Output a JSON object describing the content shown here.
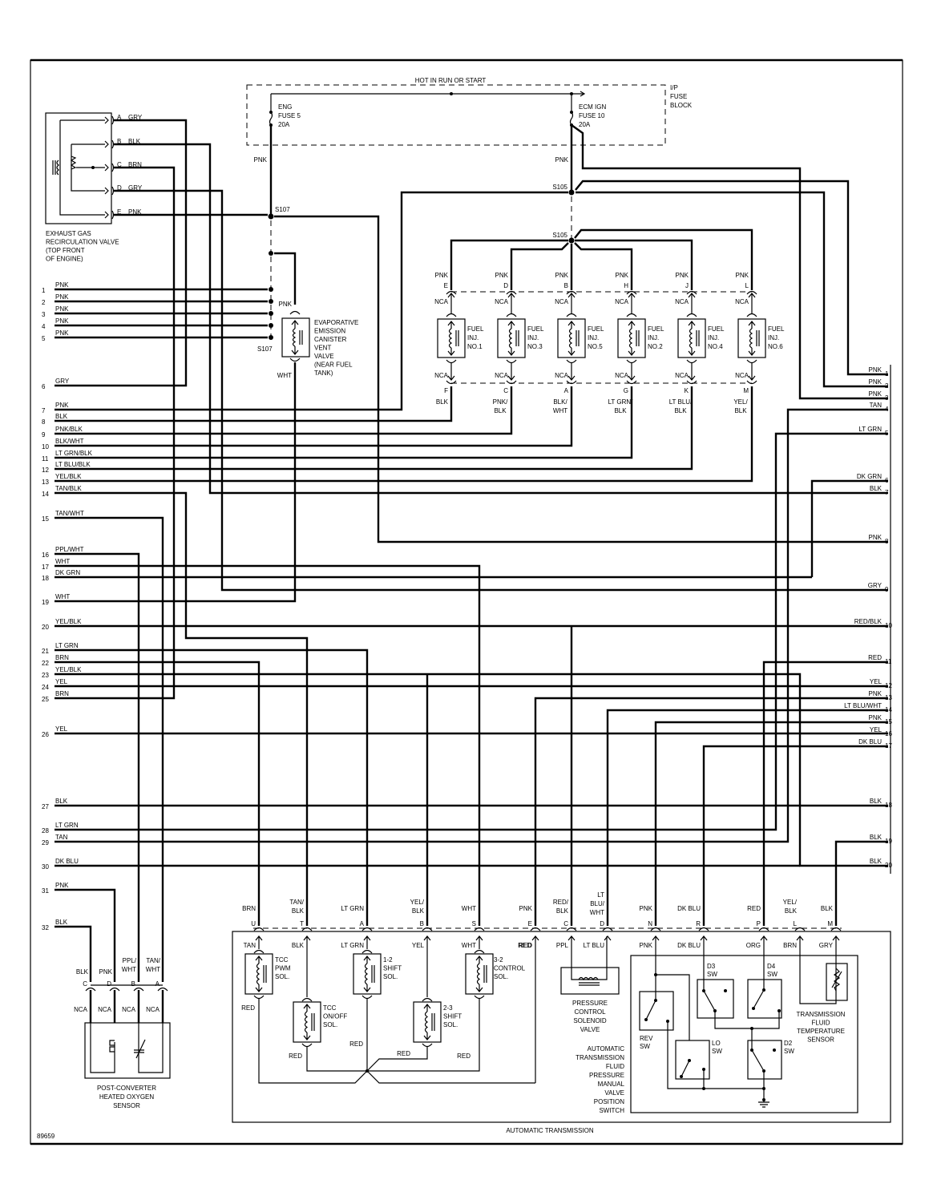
{
  "diagram_id": "89659",
  "fuse_block": {
    "header": "HOT IN RUN OR START",
    "name": [
      "I/P",
      "FUSE",
      "BLOCK"
    ],
    "fuse_left": [
      "ENG",
      "FUSE 5",
      "20A"
    ],
    "fuse_right": [
      "ECM IGN",
      "FUSE 10",
      "20A"
    ],
    "wire_left": "PNK",
    "wire_right": "PNK"
  },
  "splices": {
    "s107": "S107",
    "s105": "S105"
  },
  "egr": {
    "name": [
      "EXHAUST GAS",
      "RECIRCULATION VALVE",
      "(TOP FRONT",
      "OF ENGINE)"
    ],
    "pins": [
      {
        "pin": "A",
        "color": "GRY"
      },
      {
        "pin": "B",
        "color": "BLK"
      },
      {
        "pin": "C",
        "color": "BRN"
      },
      {
        "pin": "D",
        "color": "GRY"
      },
      {
        "pin": "E",
        "color": "PNK"
      }
    ]
  },
  "evap": {
    "name": [
      "EVAPORATIVE",
      "EMISSION",
      "CANISTER",
      "VENT",
      "VALVE",
      "(NEAR FUEL",
      "TANK)"
    ],
    "top": "PNK",
    "bottom": "WHT"
  },
  "injectors": [
    {
      "name": [
        "FUEL",
        "INJ.",
        "NO.1"
      ],
      "top_pin": "E",
      "bottom_pin": "F",
      "bottom_color": [
        "BLK"
      ]
    },
    {
      "name": [
        "FUEL",
        "INJ.",
        "NO.3"
      ],
      "top_pin": "D",
      "bottom_pin": "C",
      "bottom_color": [
        "PNK/",
        "BLK"
      ]
    },
    {
      "name": [
        "FUEL",
        "INJ.",
        "NO.5"
      ],
      "top_pin": "B",
      "bottom_pin": "A",
      "bottom_color": [
        "BLK/",
        "WHT"
      ]
    },
    {
      "name": [
        "FUEL",
        "INJ.",
        "NO.2"
      ],
      "top_pin": "H",
      "bottom_pin": "G",
      "bottom_color": [
        "LT GRN/",
        "BLK"
      ]
    },
    {
      "name": [
        "FUEL",
        "INJ.",
        "NO.4"
      ],
      "top_pin": "J",
      "bottom_pin": "K",
      "bottom_color": [
        "LT BLU/",
        "BLK"
      ]
    },
    {
      "name": [
        "FUEL",
        "INJ.",
        "NO.6"
      ],
      "top_pin": "L",
      "bottom_pin": "M",
      "bottom_color": [
        "YEL/",
        "BLK"
      ]
    }
  ],
  "injector_common": {
    "top_color": "PNK",
    "nca": "NCA"
  },
  "left_terminals": [
    {
      "n": "1",
      "c": "PNK"
    },
    {
      "n": "2",
      "c": "PNK"
    },
    {
      "n": "3",
      "c": "PNK"
    },
    {
      "n": "4",
      "c": "PNK"
    },
    {
      "n": "5",
      "c": "PNK"
    },
    {
      "n": "6",
      "c": "GRY"
    },
    {
      "n": "7",
      "c": "PNK"
    },
    {
      "n": "8",
      "c": "BLK"
    },
    {
      "n": "9",
      "c": "PNK/BLK"
    },
    {
      "n": "10",
      "c": "BLK/WHT"
    },
    {
      "n": "11",
      "c": "LT GRN/BLK"
    },
    {
      "n": "12",
      "c": "LT BLU/BLK"
    },
    {
      "n": "13",
      "c": "YEL/BLK"
    },
    {
      "n": "14",
      "c": "TAN/BLK"
    },
    {
      "n": "15",
      "c": "TAN/WHT"
    },
    {
      "n": "16",
      "c": "PPL/WHT"
    },
    {
      "n": "17",
      "c": "WHT"
    },
    {
      "n": "18",
      "c": "DK GRN"
    },
    {
      "n": "19",
      "c": "WHT"
    },
    {
      "n": "20",
      "c": "YEL/BLK"
    },
    {
      "n": "21",
      "c": "LT GRN"
    },
    {
      "n": "22",
      "c": "BRN"
    },
    {
      "n": "23",
      "c": "YEL/BLK"
    },
    {
      "n": "24",
      "c": "YEL"
    },
    {
      "n": "25",
      "c": "BRN"
    },
    {
      "n": "26",
      "c": "YEL"
    },
    {
      "n": "27",
      "c": "BLK"
    },
    {
      "n": "28",
      "c": "LT GRN"
    },
    {
      "n": "29",
      "c": "TAN"
    },
    {
      "n": "30",
      "c": "DK BLU"
    },
    {
      "n": "31",
      "c": "PNK"
    },
    {
      "n": "32",
      "c": "BLK"
    }
  ],
  "right_terminals": [
    {
      "n": "1",
      "c": "PNK"
    },
    {
      "n": "2",
      "c": "PNK"
    },
    {
      "n": "3",
      "c": "PNK"
    },
    {
      "n": "4",
      "c": "TAN"
    },
    {
      "n": "5",
      "c": "LT GRN"
    },
    {
      "n": "6",
      "c": "DK GRN"
    },
    {
      "n": "7",
      "c": "BLK"
    },
    {
      "n": "8",
      "c": "PNK"
    },
    {
      "n": "9",
      "c": "GRY"
    },
    {
      "n": "10",
      "c": "RED/BLK"
    },
    {
      "n": "11",
      "c": "RED"
    },
    {
      "n": "12",
      "c": "YEL"
    },
    {
      "n": "13",
      "c": "PNK"
    },
    {
      "n": "14",
      "c": "LT BLU/WHT"
    },
    {
      "n": "15",
      "c": "PNK"
    },
    {
      "n": "16",
      "c": "YEL"
    },
    {
      "n": "17",
      "c": "DK BLU"
    },
    {
      "n": "18",
      "c": "BLK"
    },
    {
      "n": "19",
      "c": "BLK"
    },
    {
      "n": "20",
      "c": "BLK"
    }
  ],
  "o2_sensor": {
    "name": [
      "POST-CONVERTER",
      "HEATED OXYGEN",
      "SENSOR"
    ],
    "pins": [
      {
        "pin": "C",
        "color": [
          "BLK"
        ]
      },
      {
        "pin": "D",
        "color": [
          "PNK"
        ]
      },
      {
        "pin": "B",
        "color": [
          "PPL/",
          "WHT"
        ]
      },
      {
        "pin": "A",
        "color": [
          "TAN/",
          "WHT"
        ]
      }
    ],
    "nca": "NCA"
  },
  "transmission": {
    "name": "AUTOMATIC TRANSMISSION",
    "connector": [
      {
        "pin": "U",
        "outer": [
          "BRN"
        ],
        "inner": "TAN"
      },
      {
        "pin": "T",
        "outer": [
          "TAN/",
          "BLK"
        ],
        "inner": "BLK"
      },
      {
        "pin": "A",
        "outer": [
          "LT GRN"
        ],
        "inner": "LT GRN"
      },
      {
        "pin": "B",
        "outer": [
          "YEL/",
          "BLK"
        ],
        "inner": "YEL"
      },
      {
        "pin": "S",
        "outer": [
          "WHT"
        ],
        "inner": "WHT"
      },
      {
        "pin": "E",
        "outer": [
          "PNK"
        ],
        "inner": "RED"
      },
      {
        "pin": "C",
        "outer": [
          "RED/",
          "BLK"
        ],
        "inner": "PPL"
      },
      {
        "pin": "D",
        "outer": [
          "LT",
          "BLU/",
          "WHT"
        ],
        "inner": "LT BLU"
      },
      {
        "pin": "N",
        "outer": [
          "PNK"
        ],
        "inner": "PNK"
      },
      {
        "pin": "R",
        "outer": [
          "DK BLU"
        ],
        "inner": "DK BLU"
      },
      {
        "pin": "P",
        "outer": [
          "RED"
        ],
        "inner": "ORG"
      },
      {
        "pin": "L",
        "outer": [
          "YEL/",
          "BLK"
        ],
        "inner": "BRN"
      },
      {
        "pin": "M",
        "outer": [
          "BLK"
        ],
        "inner": "GRY"
      }
    ],
    "solenoids": {
      "tcc_pwm": [
        "TCC",
        "PWM",
        "SOL."
      ],
      "tcc_onoff": [
        "TCC",
        "ON/OFF",
        "SOL."
      ],
      "shift12": [
        "1-2",
        "SHIFT",
        "SOL."
      ],
      "shift23": [
        "2-3",
        "SHIFT",
        "SOL."
      ],
      "control32": [
        "3-2",
        "CONTROL",
        "SOL."
      ]
    },
    "red_label": "RED",
    "pcs_valve": [
      "PRESSURE",
      "CONTROL",
      "SOLENOID",
      "VALVE"
    ],
    "manual_switch": [
      "AUTOMATIC",
      "TRANSMISSION",
      "FLUID",
      "PRESSURE",
      "MANUAL",
      "VALVE",
      "POSITION",
      "SWITCH"
    ],
    "switches": {
      "rev": [
        "REV",
        "SW"
      ],
      "lo": [
        "LO",
        "SW"
      ],
      "d3": [
        "D3",
        "SW"
      ],
      "d4": [
        "D4",
        "SW"
      ],
      "d2": [
        "D2",
        "SW"
      ]
    },
    "temp_sensor": [
      "TRANSMISSION",
      "FLUID",
      "TEMPERATURE",
      "SENSOR"
    ]
  }
}
